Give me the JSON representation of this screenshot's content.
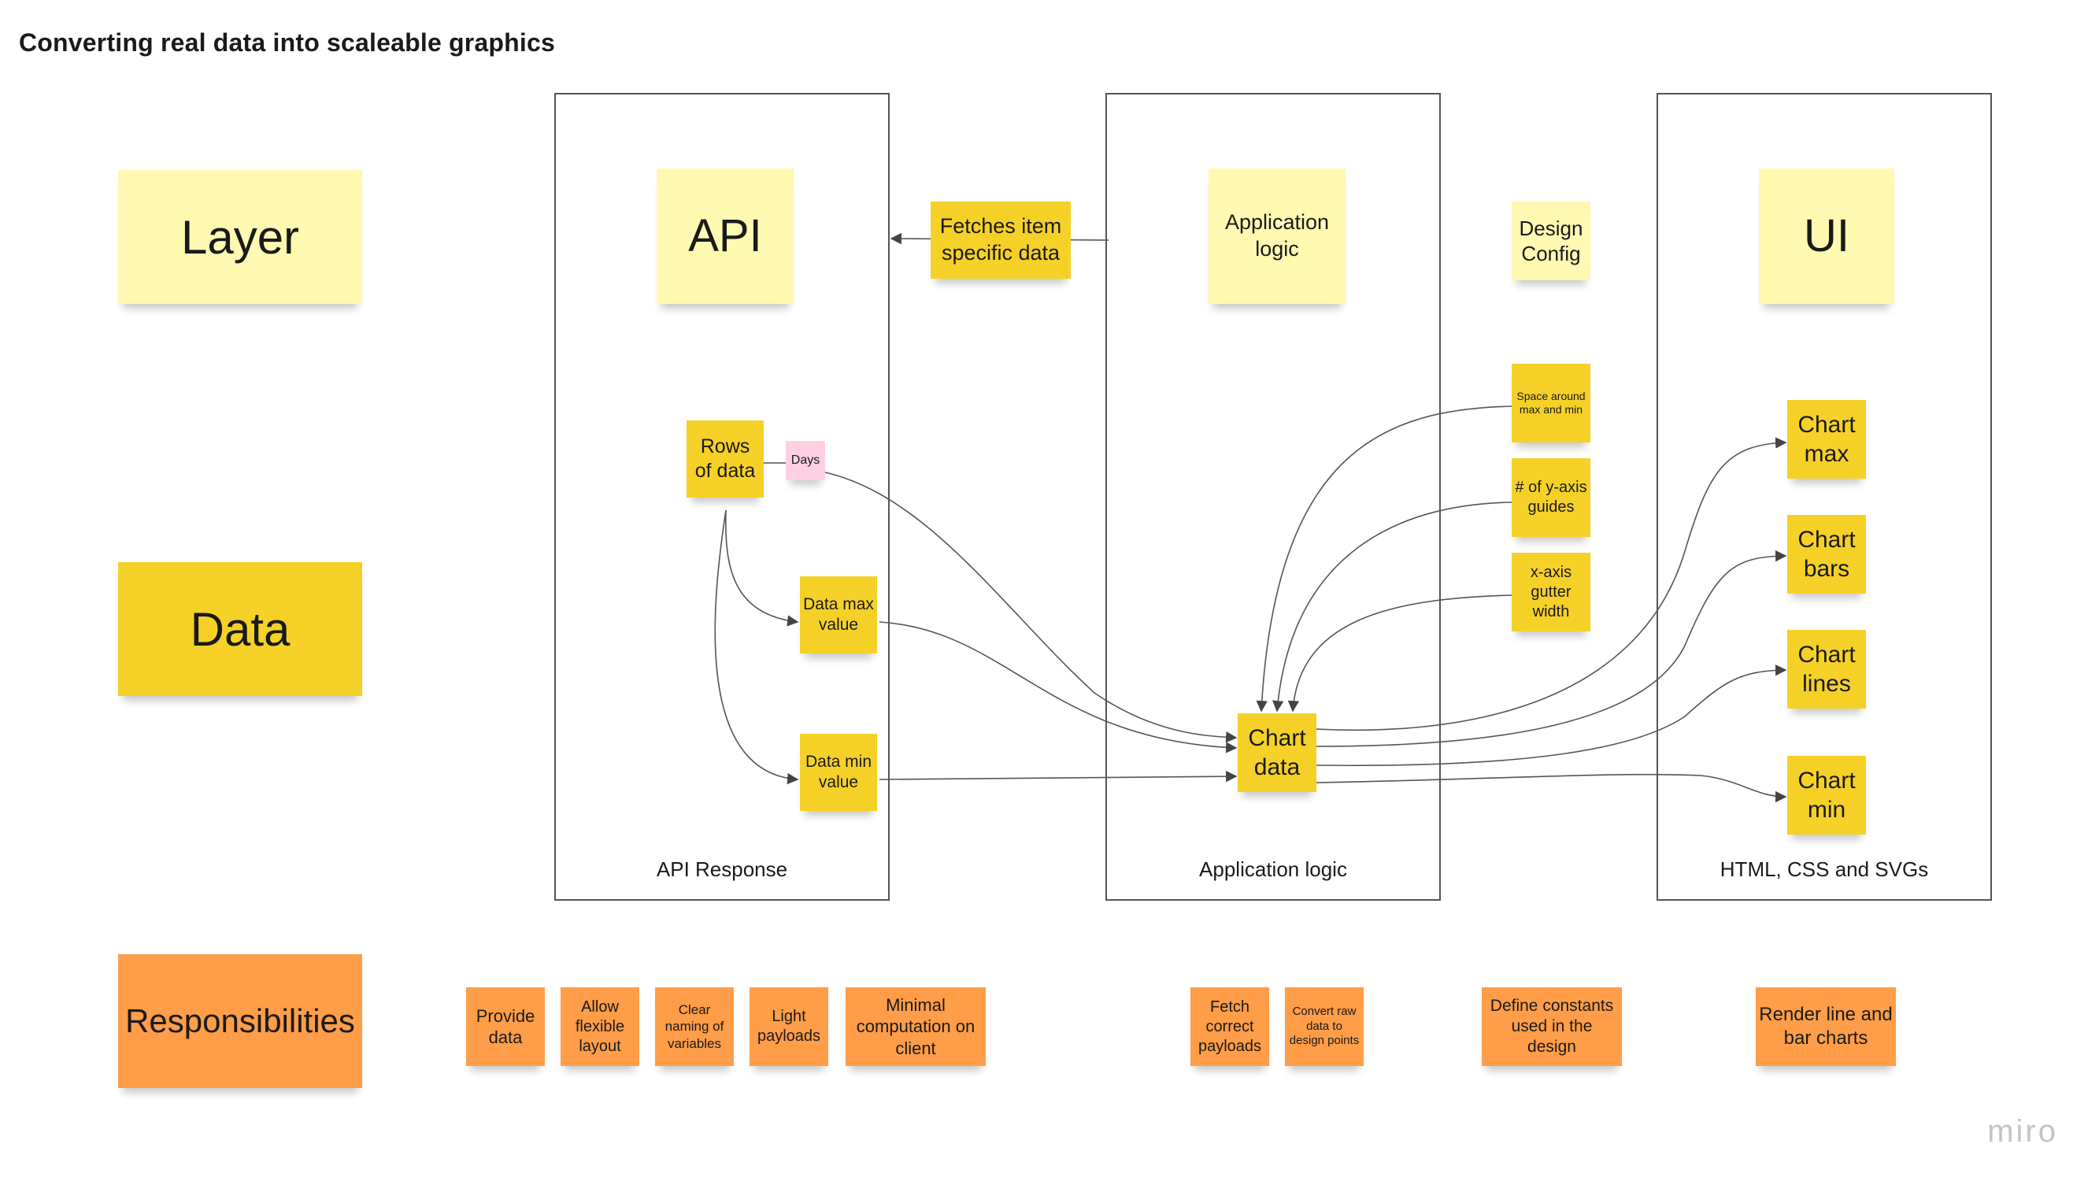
{
  "title": "Converting real data into scaleable graphics",
  "row_labels": {
    "layer": "Layer",
    "data": "Data",
    "responsibilities": "Responsibilities"
  },
  "frames": {
    "api": {
      "caption": "API Response"
    },
    "app": {
      "caption": "Application logic"
    },
    "ui": {
      "caption": "HTML, CSS and SVGs"
    }
  },
  "stickies": {
    "api_header": "API",
    "fetches": "Fetches item specific data",
    "app_header": "Application logic",
    "design_config": "Design Config",
    "ui_header": "UI",
    "rows_of_data": "Rows of data",
    "days": "Days",
    "data_max": "Data max value",
    "data_min": "Data min value",
    "space_around": "Space around max and min",
    "y_guides": "# of y-axis guides",
    "x_gutter": "x-axis gutter width",
    "chart_data": "Chart data",
    "chart_max": "Chart max",
    "chart_bars": "Chart bars",
    "chart_lines": "Chart lines",
    "chart_min": "Chart min"
  },
  "responsibilities": {
    "provide_data": "Provide data",
    "flexible_layout": "Allow flexible layout",
    "clear_naming": "Clear naming of variables",
    "light_payloads": "Light payloads",
    "minimal_computation": "Minimal computation on client",
    "fetch_payloads": "Fetch correct payloads",
    "convert_raw": "Convert raw data to design points",
    "define_constants": "Define constants used in the design",
    "render_charts": "Render line and bar charts"
  },
  "colors": {
    "pale_yellow": "#fff9b1",
    "yellow": "#f5d128",
    "orange": "#ff9d48",
    "pink": "#fecfe3"
  },
  "watermark": "miro"
}
